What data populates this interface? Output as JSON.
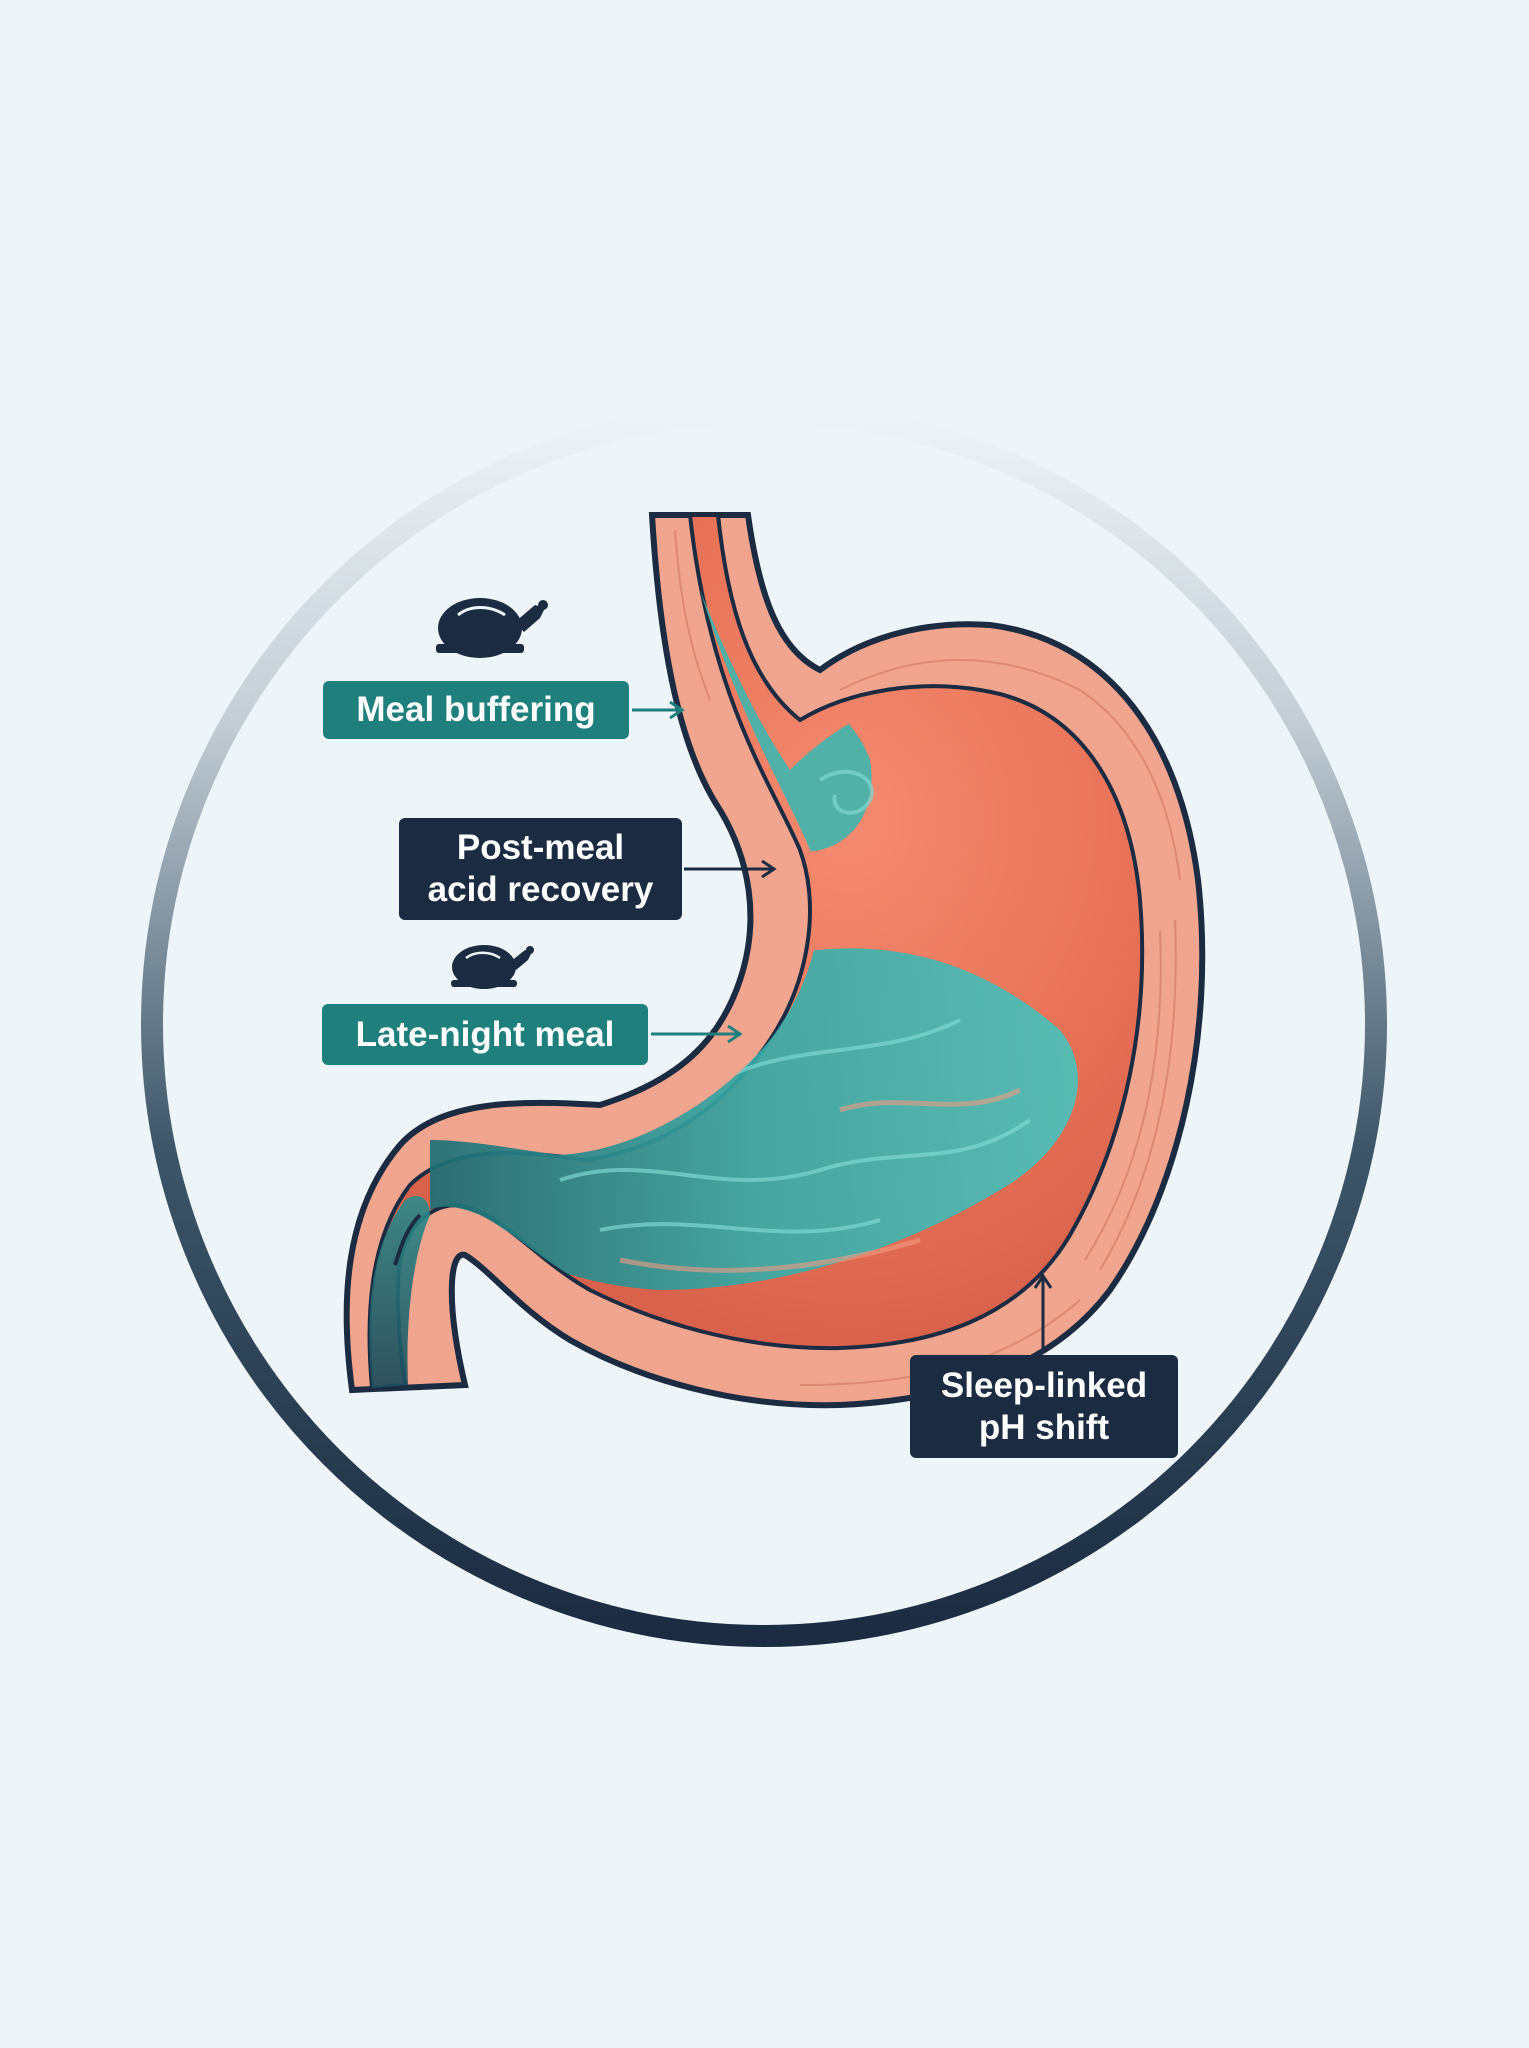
{
  "labels": {
    "meal_buffering": "Meal buffering",
    "post_meal": [
      "Post-meal",
      "acid recovery"
    ],
    "late_night": "Late-night meal",
    "sleep_linked": [
      "Sleep-linked",
      "pH shift"
    ]
  },
  "icons": [
    "roast-chicken-icon",
    "roast-chicken-icon"
  ],
  "colors": {
    "background": "#eef5f8",
    "ring_dark": "#1b2b42",
    "label_teal": "#1f7f7c",
    "label_navy": "#1b2b42",
    "acid_coral": "#f07f66",
    "buffer_teal": "#3bb3ad",
    "stomach_wall": "#f1a48e"
  }
}
